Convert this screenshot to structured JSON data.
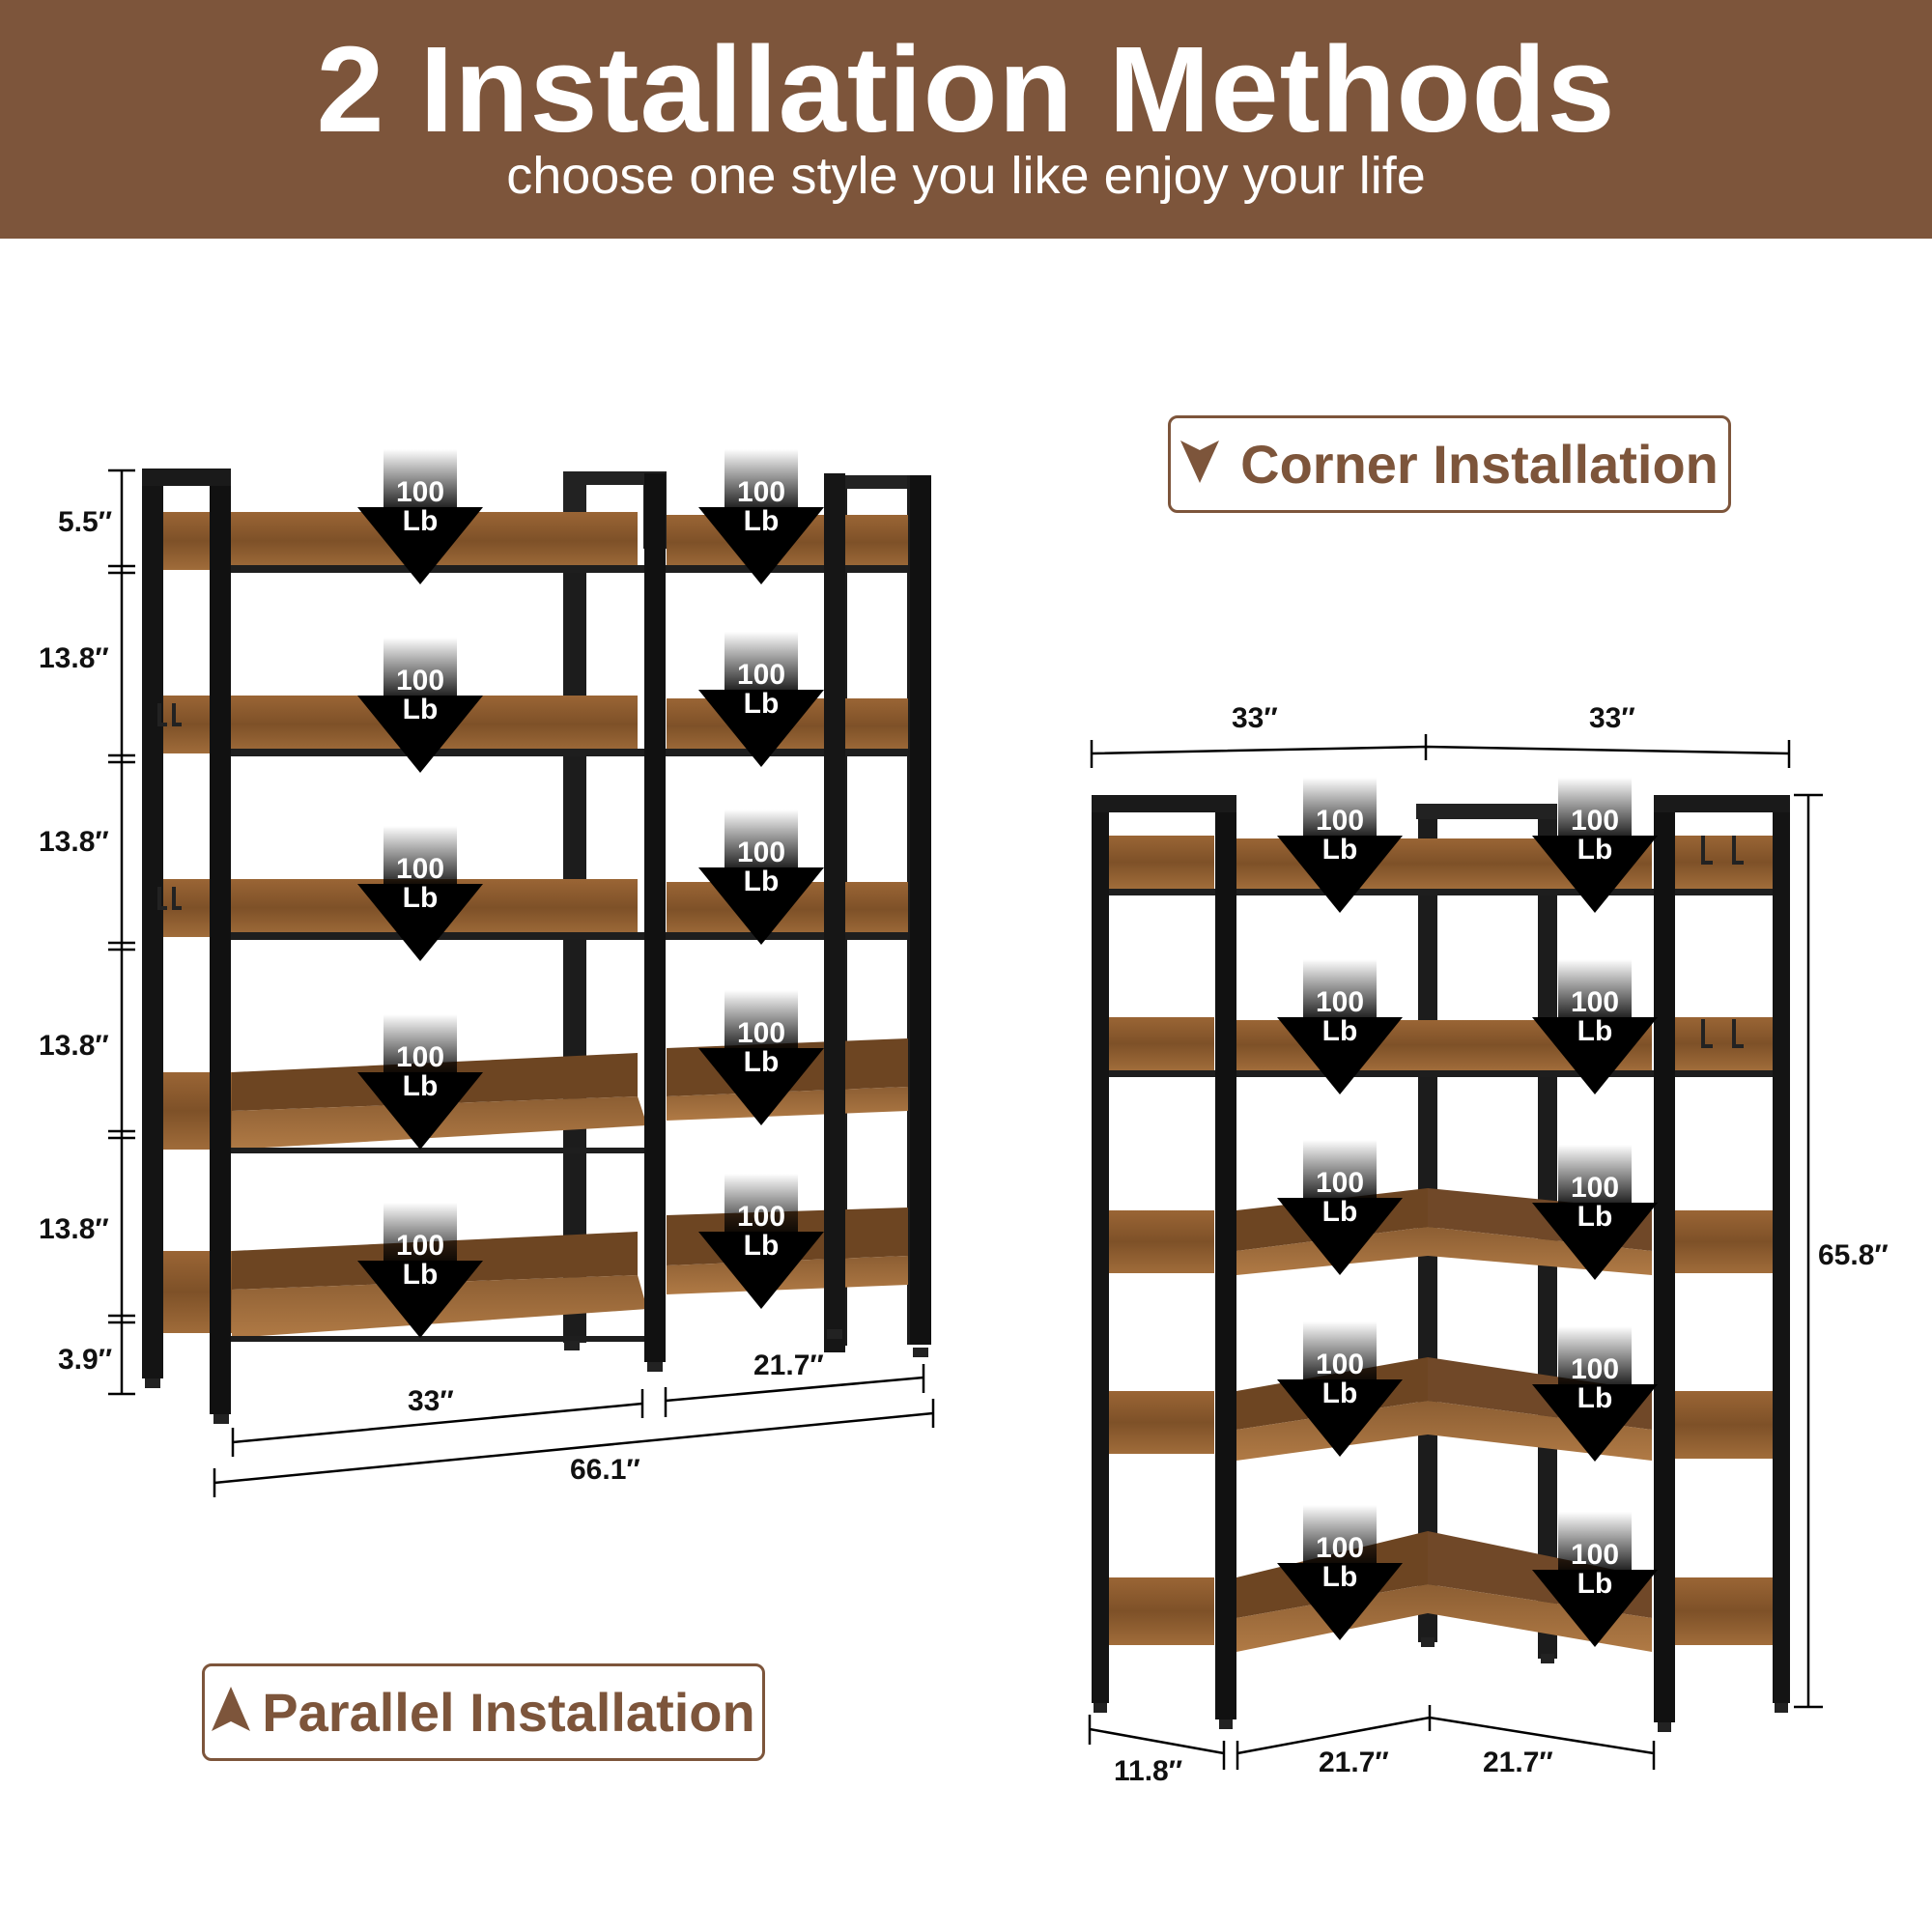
{
  "header": {
    "title": "2 Installation Methods",
    "subtitle": "choose one style you like enjoy your life",
    "background_color": "#7d553b"
  },
  "corner_label": {
    "icon": "triangle-down-icon",
    "text": "Corner Installation"
  },
  "parallel_label": {
    "icon": "triangle-up-icon",
    "text": "Parallel Installation"
  },
  "weight_badge": {
    "value": "100",
    "unit": "Lb"
  },
  "parallel_unit": {
    "height_dims": [
      "5.5″",
      "13.8″",
      "13.8″",
      "13.8″",
      "13.8″",
      "3.9″"
    ],
    "width_left": "33″",
    "width_right": "21.7″",
    "total_width": "66.1″",
    "shelves": 5,
    "badges_per_shelf": 2
  },
  "corner_unit": {
    "top_width_left": "33″",
    "top_width_right": "33″",
    "height": "65.8″",
    "depth": "11.8″",
    "base_left": "21.7″",
    "base_right": "21.7″",
    "shelves": 5,
    "badges_per_shelf": 2
  },
  "colors": {
    "brand_brown": "#7d553b",
    "frame_black": "#1a1a1a",
    "wood": "#8a5a2c",
    "wood_light": "#a9743d"
  }
}
